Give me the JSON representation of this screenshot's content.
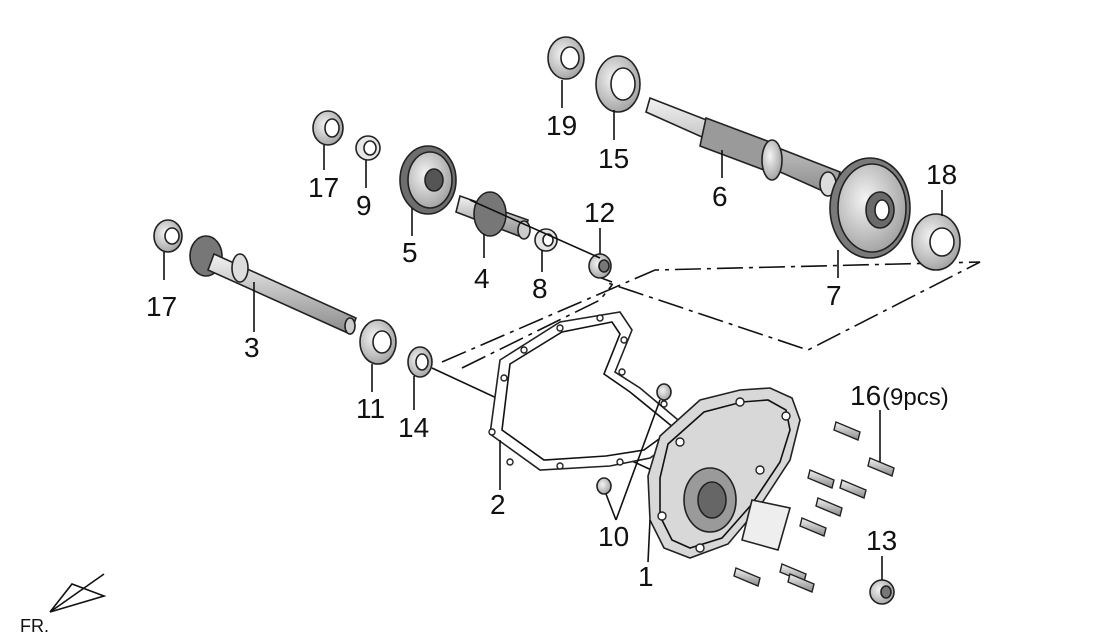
{
  "callouts": [
    {
      "id": "1",
      "text": "1"
    },
    {
      "id": "2",
      "text": "2"
    },
    {
      "id": "3",
      "text": "3"
    },
    {
      "id": "4",
      "text": "4"
    },
    {
      "id": "5",
      "text": "5"
    },
    {
      "id": "6",
      "text": "6"
    },
    {
      "id": "7",
      "text": "7"
    },
    {
      "id": "8",
      "text": "8"
    },
    {
      "id": "9",
      "text": "9"
    },
    {
      "id": "10",
      "text": "10"
    },
    {
      "id": "11",
      "text": "11"
    },
    {
      "id": "12",
      "text": "12"
    },
    {
      "id": "13",
      "text": "13"
    },
    {
      "id": "14",
      "text": "14"
    },
    {
      "id": "15",
      "text": "15"
    },
    {
      "id": "16",
      "text": "16"
    },
    {
      "id": "16_qty",
      "text": "(9pcs)"
    },
    {
      "id": "17a",
      "text": "17"
    },
    {
      "id": "17b",
      "text": "17"
    },
    {
      "id": "18",
      "text": "18"
    },
    {
      "id": "19",
      "text": "19"
    }
  ],
  "direction_mark": "FR.",
  "colors": {
    "ink": "#111111",
    "part_light": "#e6e6e6",
    "part_mid": "#bdbdbd",
    "part_dark": "#8a8a8a"
  }
}
